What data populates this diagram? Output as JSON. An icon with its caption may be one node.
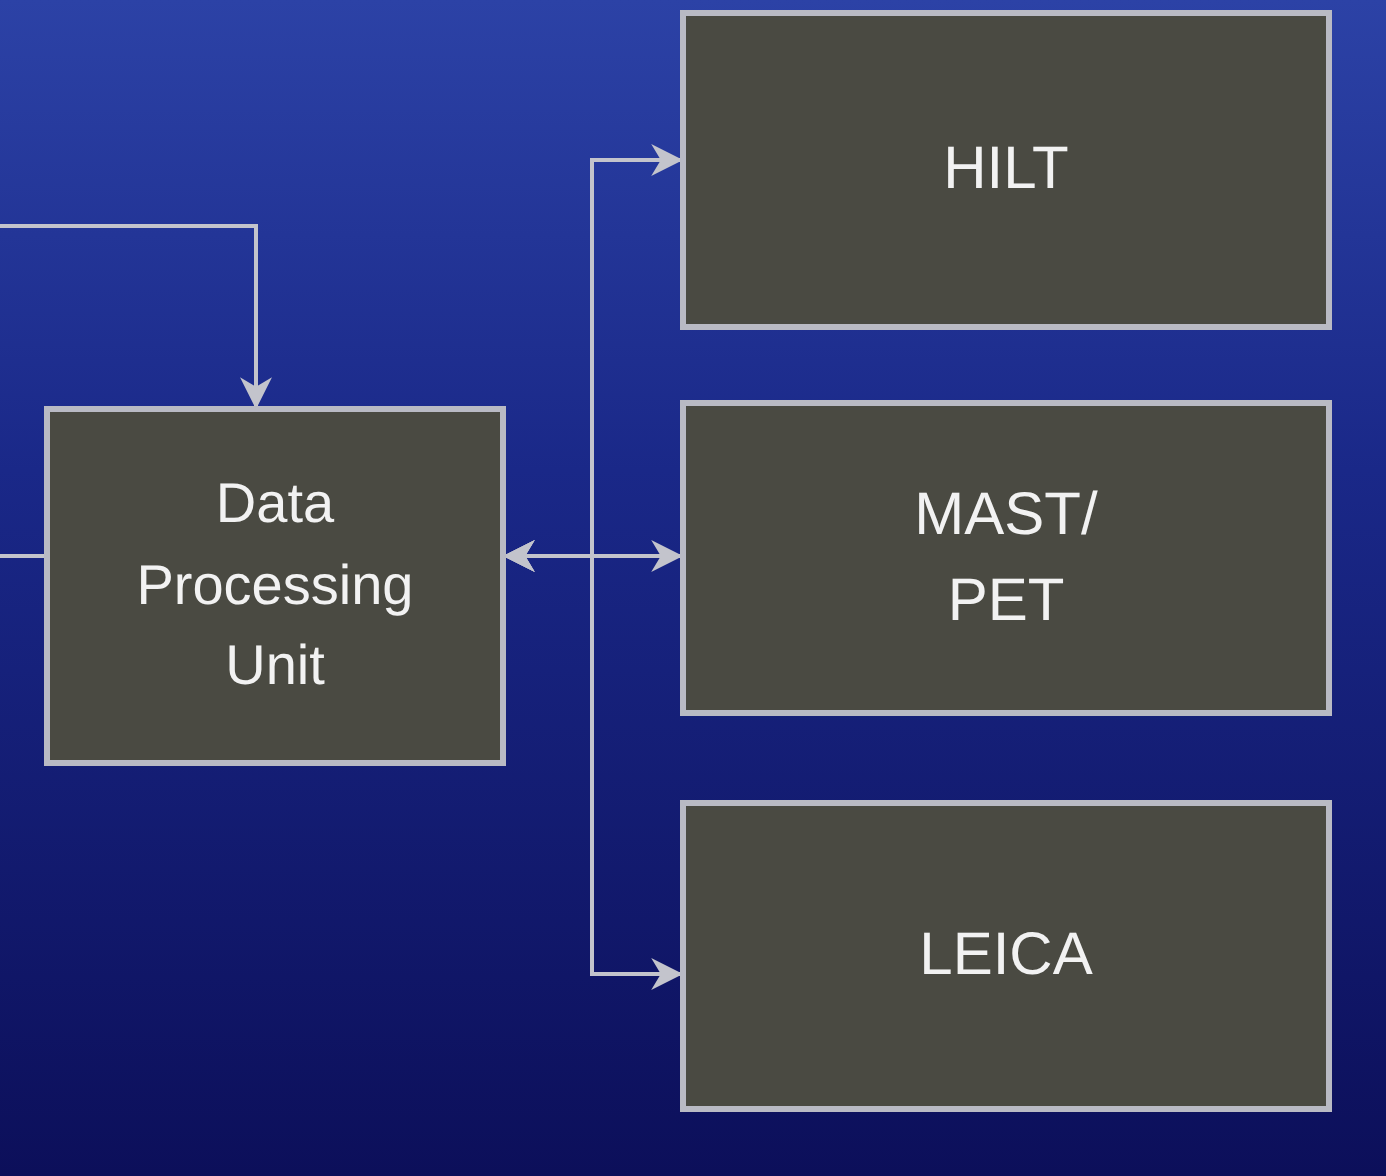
{
  "diagram": {
    "nodes": [
      {
        "text": [
          "Data Processing Unit"
        ]
      },
      {
        "text": [
          "HILT"
        ]
      },
      {
        "text": [
          "MAST/ PET"
        ]
      },
      {
        "text": [
          "LEICA"
        ]
      }
    ],
    "edges": [
      {
        "from": null,
        "to": 0,
        "arrow": "to"
      },
      {
        "from": null,
        "to": 0,
        "arrow": "none"
      },
      {
        "from": 0,
        "to": 1,
        "arrow": "both"
      },
      {
        "from": 0,
        "to": 2,
        "arrow": "both"
      },
      {
        "from": 0,
        "to": 3,
        "arrow": "both"
      }
    ]
  }
}
